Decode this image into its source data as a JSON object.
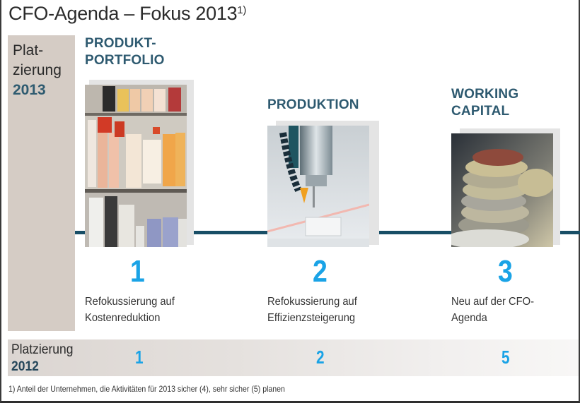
{
  "title": {
    "text": "CFO-Agenda – Fokus 2013",
    "footnote_marker": "1)"
  },
  "placement_2013": {
    "label_line1": "Plat-",
    "label_line2": "zierung",
    "year": "2013"
  },
  "columns": [
    {
      "heading_line1": "PRODUKT-",
      "heading_line2": "PORTFOLIO",
      "image": "shelf-of-cosmetic-bottles-photo",
      "rank_2013": "1",
      "desc_line1": "Refokussierung auf",
      "desc_line2": "Kostenreduktion",
      "rank_2012": "1"
    },
    {
      "heading_line1": "PRODUKTION",
      "heading_line2": "",
      "image": "cnc-milling-machine-photo",
      "rank_2013": "2",
      "desc_line1": "Refokussierung auf",
      "desc_line2": "Effizienzsteigerung",
      "rank_2012": "2"
    },
    {
      "heading_line1": "WORKING",
      "heading_line2": "CAPITAL",
      "image": "stacked-coins-photo",
      "rank_2013": "3",
      "desc_line1": "Neu auf der CFO-",
      "desc_line2": "Agenda",
      "rank_2012": "5"
    }
  ],
  "placement_2012": {
    "label_line1": "Platzierung",
    "year": "2012"
  },
  "footnote": "1) Anteil der Unternehmen, die Aktivitäten für 2013 sicher (4), sehr sicher (5) planen",
  "colors": {
    "accent_blue": "#1aa3e6",
    "heading_teal": "#2e5a70",
    "timeline": "#184e66",
    "band": "#d5ccc5"
  }
}
